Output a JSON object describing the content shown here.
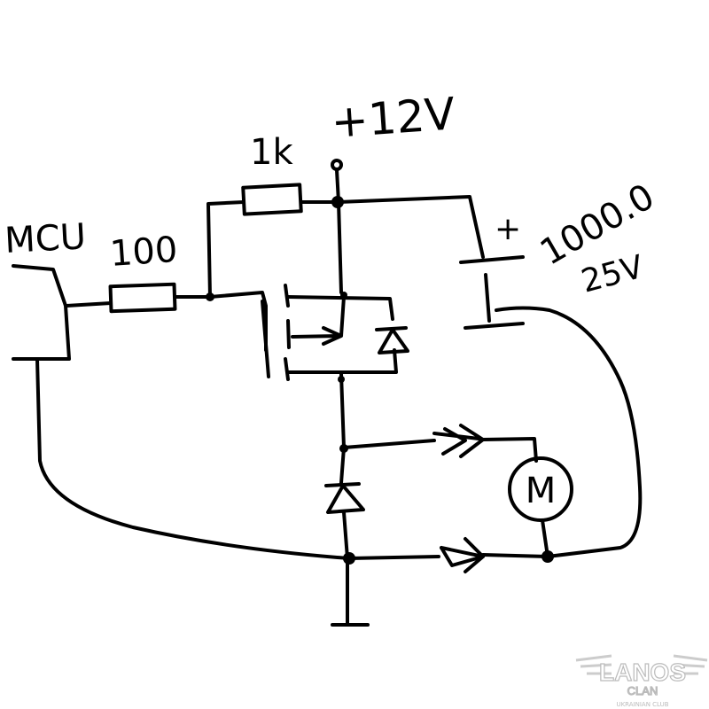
{
  "labels": {
    "mcu": "MCU",
    "r1": "100",
    "r2": "1k",
    "supply": "+12V",
    "cap_polarity": "+",
    "cap_value": "1000.0",
    "cap_voltage": "25V",
    "motor": "M"
  },
  "watermark": {
    "title": "LANOS",
    "subtitle": "CLAN",
    "tagline": "UKRAINIAN CLUB"
  },
  "colors": {
    "ink": "#000000",
    "watermark": "#bbbbbb"
  }
}
